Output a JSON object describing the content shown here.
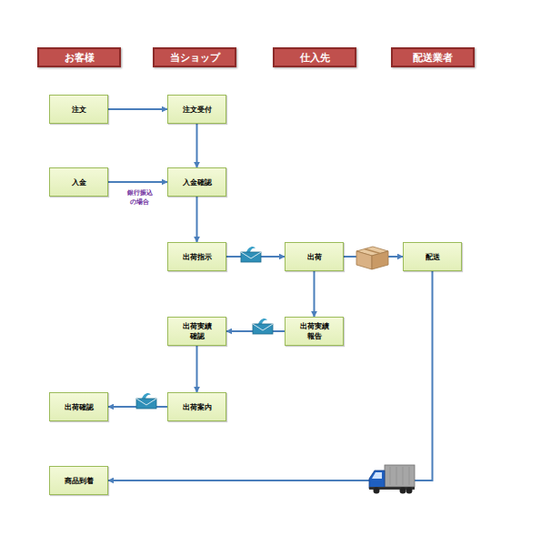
{
  "diagram": {
    "nodes": [
      {
        "text": [
          "お客様"
        ]
      },
      {
        "text": [
          "当ショップ"
        ]
      },
      {
        "text": [
          "仕入先"
        ]
      },
      {
        "text": [
          "配送業者"
        ]
      },
      {
        "text": [
          "注文"
        ]
      },
      {
        "text": [
          "注文受付"
        ]
      },
      {
        "text": [
          "入金"
        ]
      },
      {
        "text": [
          "入金確認"
        ]
      },
      {
        "text": [
          "出荷指示"
        ]
      },
      {
        "text": [
          "出荷"
        ]
      },
      {
        "text": [
          "配送"
        ]
      },
      {
        "text": [
          "出荷実績 確認"
        ]
      },
      {
        "text": [
          "出荷実績 報告"
        ]
      },
      {
        "text": [
          "出荷確認"
        ]
      },
      {
        "text": [
          "出荷案内"
        ]
      },
      {
        "text": [
          "商品到着"
        ]
      }
    ],
    "edges": [
      {
        "from": 4,
        "to": 5,
        "arrow": "to"
      },
      {
        "from": 5,
        "to": 7,
        "arrow": "to"
      },
      {
        "from": 6,
        "to": 7,
        "label": "銀行振込 の場合",
        "arrow": "to"
      },
      {
        "from": 7,
        "to": 8,
        "arrow": "to"
      },
      {
        "from": 8,
        "to": 9,
        "arrow": "to"
      },
      {
        "from": 9,
        "to": 10,
        "arrow": "to"
      },
      {
        "from": 9,
        "to": 12,
        "arrow": "to"
      },
      {
        "from": 12,
        "to": 11,
        "arrow": "to"
      },
      {
        "from": 11,
        "to": 14,
        "arrow": "to"
      },
      {
        "from": 14,
        "to": 13,
        "arrow": "to"
      },
      {
        "from": 10,
        "to": 15,
        "arrow": "to"
      }
    ]
  }
}
